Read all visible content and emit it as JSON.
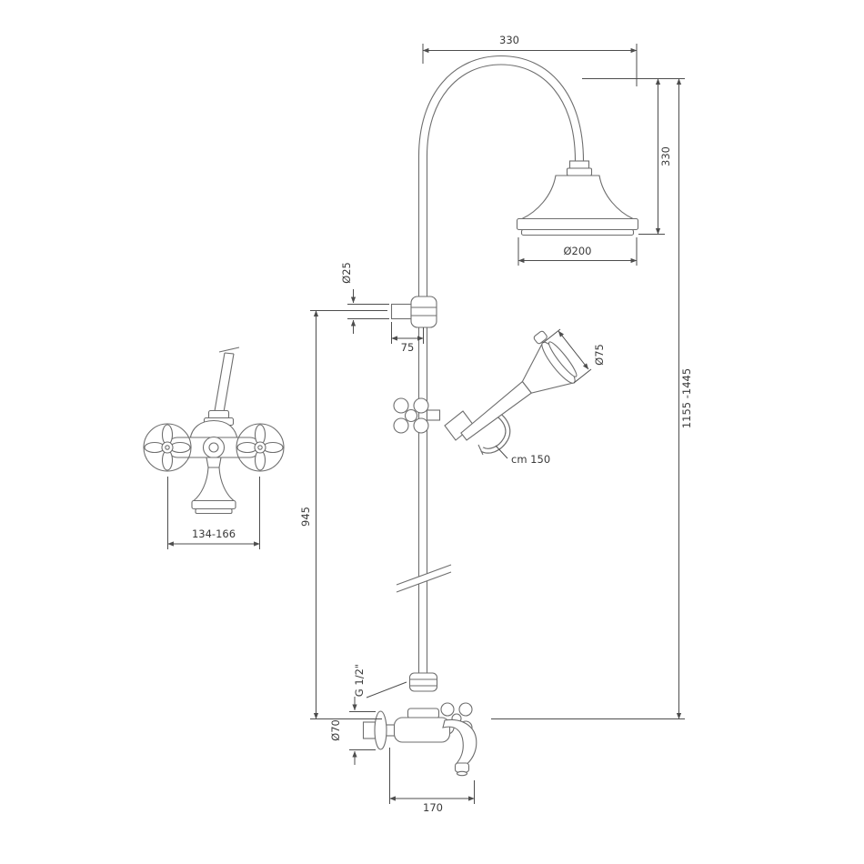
{
  "drawing": {
    "labels": {
      "top_width": "330",
      "head_drop": "330",
      "head_diameter": "Ø200",
      "pipe_diameter": "Ø25",
      "arm_offset": "75",
      "handshower_diameter": "Ø75",
      "hose_length": "cm 150",
      "total_height": "1155 -1445",
      "column_height": "945",
      "mixer_width_range": "134-166",
      "escutcheon_diameter": "Ø70",
      "connection_thread": "G 1/2\"",
      "spout_projection": "170"
    }
  }
}
